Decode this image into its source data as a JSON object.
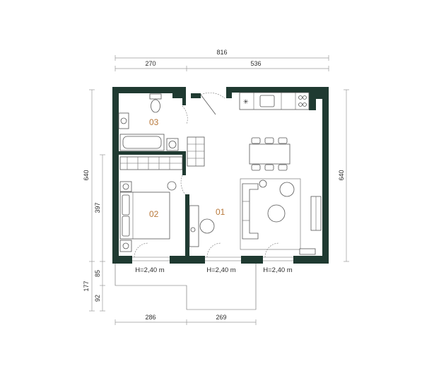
{
  "colors": {
    "wall": "#1f3a31",
    "room_number": "#b8783a",
    "dimension_line": "#9a9a9a",
    "text": "#2b2b2b"
  },
  "dimensions": {
    "top_total": "816",
    "top_left": "270",
    "top_right": "536",
    "left_total": "640",
    "left_bedroom": "397",
    "right_total": "640",
    "bottom_left": "286",
    "bottom_right": "269",
    "balcony_total": "177",
    "balcony_upper": "85",
    "balcony_lower": "92"
  },
  "heights": [
    "H=2,40 m",
    "H=2,40 m",
    "H=2,40 m"
  ],
  "rooms": {
    "living": "01",
    "bedroom": "02",
    "bathroom": "03"
  }
}
